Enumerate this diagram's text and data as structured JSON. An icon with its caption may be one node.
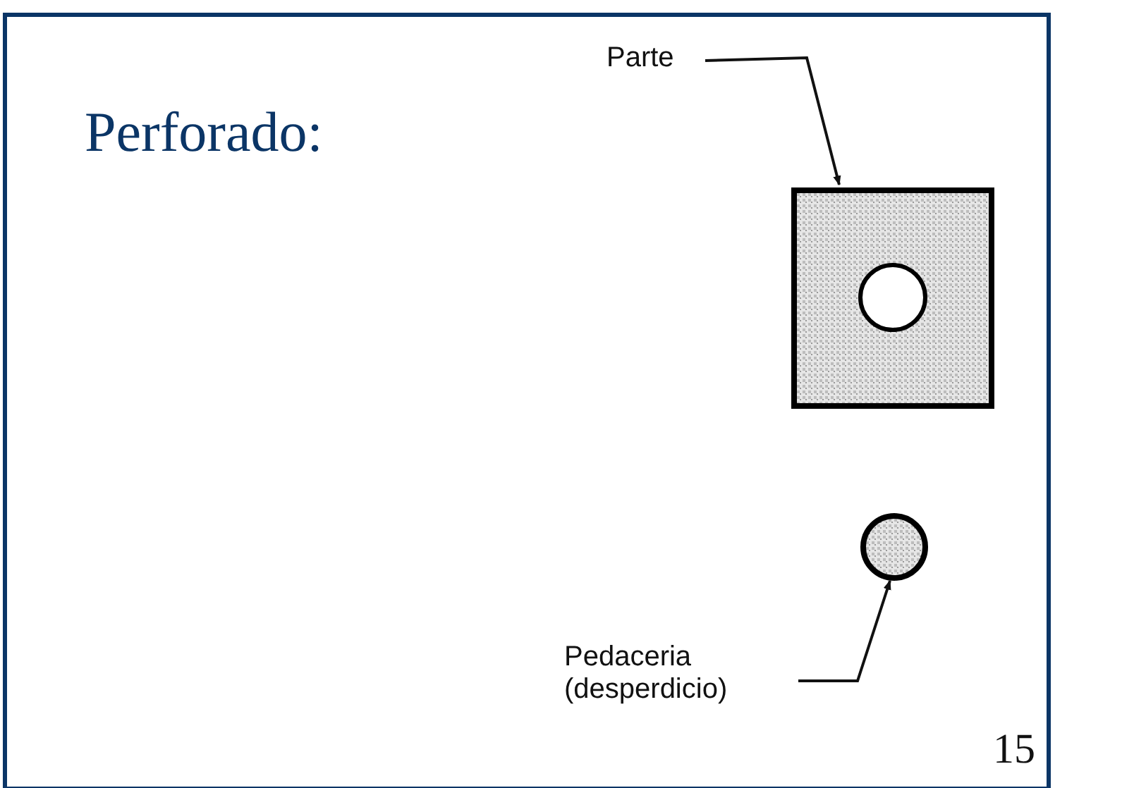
{
  "diagram": {
    "title": "Perforado:",
    "nodes": [
      {
        "text": [
          "Parte"
        ]
      },
      {
        "text": [],
        "shape": "box"
      },
      {
        "text": [],
        "shape": "circle"
      },
      {
        "text": [
          "Pedaceria (desperdicio)"
        ]
      }
    ],
    "edges": [
      {
        "from": 0,
        "to": 1,
        "arrow": "to"
      },
      {
        "from": 3,
        "to": 2,
        "arrow": "to"
      }
    ],
    "labels": [
      "15"
    ]
  }
}
